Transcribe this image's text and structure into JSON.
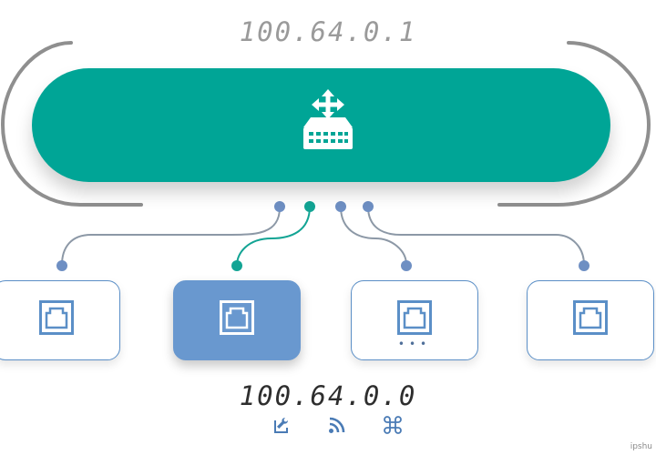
{
  "gateway": {
    "ip": "100.64.0.1"
  },
  "network": {
    "ip": "100.64.0.0"
  },
  "router": {
    "icon": "router-switch-icon",
    "color": "#00a596"
  },
  "ports": [
    {
      "icon": "ethernet-port-icon",
      "active": false
    },
    {
      "icon": "ethernet-port-icon",
      "active": true
    },
    {
      "icon": "ethernet-port-icon",
      "active": false,
      "status": "•••"
    },
    {
      "icon": "ethernet-port-icon",
      "active": false
    }
  ],
  "colors": {
    "accent": "#00a596",
    "port": "#5b8fc7",
    "port_active": "#6998cf",
    "frame": "#8f8f8f"
  },
  "footer_icons": [
    "wrench-icon",
    "wireless-icon",
    "command-icon"
  ],
  "watermark": "ipshu"
}
